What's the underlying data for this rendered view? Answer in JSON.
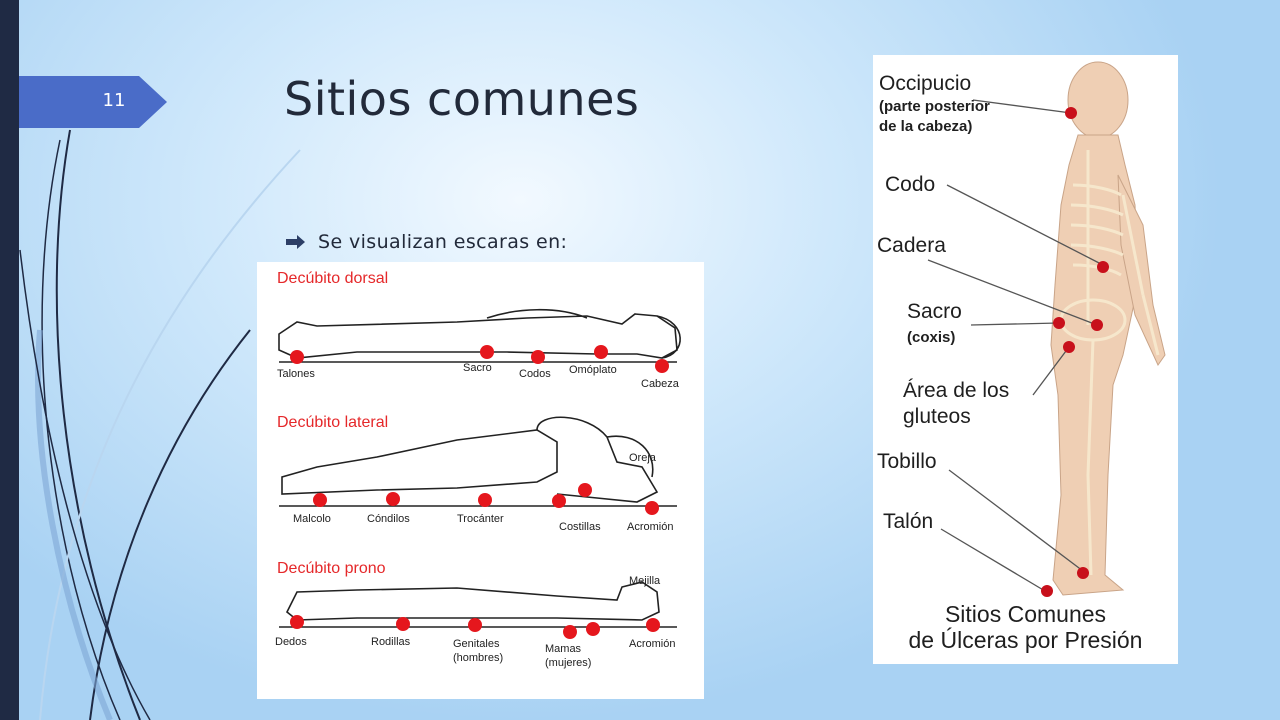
{
  "slide": {
    "number": "11",
    "title": "Sitios comunes",
    "bullet_text": "Se visualizan escaras en:"
  },
  "positions_figure": {
    "dorsal": {
      "title": "Decúbito dorsal",
      "labels": [
        "Talones",
        "Sacro",
        "Codos",
        "Omóplato",
        "Cabeza"
      ]
    },
    "lateral": {
      "title": "Decúbito lateral",
      "labels": [
        "Oreja",
        "Malcolo",
        "Cóndilos",
        "Trocánter",
        "Costillas",
        "Acromión"
      ]
    },
    "prono": {
      "title": "Decúbito prono",
      "labels": [
        "Mejilla",
        "Dedos",
        "Rodillas",
        "Genitales",
        "(hombres)",
        "Mamas",
        "(mujeres)",
        "Acromión"
      ]
    }
  },
  "body_figure": {
    "labels": {
      "occipucio": "Occipucio",
      "occipucio_sub1": "(parte posterior",
      "occipucio_sub2": "de la cabeza)",
      "codo": "Codo",
      "cadera": "Cadera",
      "sacro": "Sacro",
      "sacro_sub": "(coxis)",
      "gluteos1": "Área de los",
      "gluteos2": "gluteos",
      "tobillo": "Tobillo",
      "talon": "Talón"
    },
    "caption_line1": "Sitios Comunes",
    "caption_line2": "de Úlceras por Presión"
  },
  "colors": {
    "accent_blue": "#4a6cc8",
    "dark_navy": "#1f2a44",
    "marker_red": "#e5171d",
    "title_red": "#e5282a"
  },
  "icons": {
    "bullet": "arrow-right-icon"
  }
}
